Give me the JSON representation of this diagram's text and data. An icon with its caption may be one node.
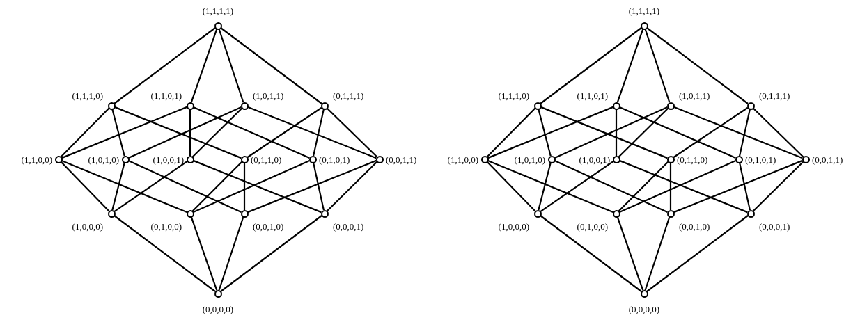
{
  "diagram": {
    "nodes": [
      {
        "text": [],
        "shape": "circle",
        "beside": [
          "(1,1,1,1)"
        ]
      },
      {
        "text": [],
        "shape": "circle",
        "beside": [
          "(1,1,1,0)"
        ]
      },
      {
        "text": [],
        "shape": "circle",
        "beside": [
          "(1,1,0,1)"
        ]
      },
      {
        "text": [],
        "shape": "circle",
        "beside": [
          "(1,0,1,1)"
        ]
      },
      {
        "text": [],
        "shape": "circle",
        "beside": [
          "(0,1,1,1)"
        ]
      },
      {
        "text": [],
        "shape": "circle",
        "beside": [
          "(1,1,0,0)"
        ]
      },
      {
        "text": [],
        "shape": "circle",
        "beside": [
          "(1,0,1,0)"
        ]
      },
      {
        "text": [],
        "shape": "circle",
        "beside": [
          "(1,0,0,1)"
        ]
      },
      {
        "text": [],
        "shape": "circle",
        "beside": [
          "(0,1,1,0)"
        ]
      },
      {
        "text": [],
        "shape": "circle",
        "beside": [
          "(0,1,0,1)"
        ]
      },
      {
        "text": [],
        "shape": "circle",
        "beside": [
          "(0,0,1,1)"
        ]
      },
      {
        "text": [],
        "shape": "circle",
        "beside": [
          "(1,0,0,0)"
        ]
      },
      {
        "text": [],
        "shape": "circle",
        "beside": [
          "(0,1,0,0)"
        ]
      },
      {
        "text": [],
        "shape": "circle",
        "beside": [
          "(0,0,1,0)"
        ]
      },
      {
        "text": [],
        "shape": "circle",
        "beside": [
          "(0,0,0,1)"
        ]
      },
      {
        "text": [],
        "shape": "circle",
        "beside": [
          "(0,0,0,0)"
        ]
      },
      {
        "text": [],
        "shape": "circle",
        "beside": [
          "(1,1,1,1)"
        ]
      },
      {
        "text": [],
        "shape": "circle",
        "beside": [
          "(1,1,1,0)"
        ]
      },
      {
        "text": [],
        "shape": "circle",
        "beside": [
          "(1,1,0,1)"
        ]
      },
      {
        "text": [],
        "shape": "circle",
        "beside": [
          "(1,0,1,1)"
        ]
      },
      {
        "text": [],
        "shape": "circle",
        "beside": [
          "(0,1,1,1)"
        ]
      },
      {
        "text": [],
        "shape": "circle",
        "beside": [
          "(1,1,0,0)"
        ]
      },
      {
        "text": [],
        "shape": "circle",
        "beside": [
          "(1,0,1,0)"
        ]
      },
      {
        "text": [],
        "shape": "circle",
        "beside": [
          "(1,0,0,1)"
        ]
      },
      {
        "text": [],
        "shape": "circle",
        "beside": [
          "(0,1,1,0)"
        ]
      },
      {
        "text": [],
        "shape": "circle",
        "beside": [
          "(0,1,0,1)"
        ]
      },
      {
        "text": [],
        "shape": "circle",
        "beside": [
          "(0,0,1,1)"
        ]
      },
      {
        "text": [],
        "shape": "circle",
        "beside": [
          "(1,0,0,0)"
        ]
      },
      {
        "text": [],
        "shape": "circle",
        "beside": [
          "(0,1,0,0)"
        ]
      },
      {
        "text": [],
        "shape": "circle",
        "beside": [
          "(0,0,1,0)"
        ]
      },
      {
        "text": [],
        "shape": "circle",
        "beside": [
          "(0,0,0,1)"
        ]
      },
      {
        "text": [],
        "shape": "circle",
        "beside": [
          "(0,0,0,0)"
        ]
      }
    ],
    "edges": [
      {
        "from": 0,
        "to": 1,
        "arrow": "none"
      },
      {
        "from": 0,
        "to": 2,
        "arrow": "none"
      },
      {
        "from": 0,
        "to": 3,
        "arrow": "none"
      },
      {
        "from": 0,
        "to": 4,
        "arrow": "none"
      },
      {
        "from": 1,
        "to": 5,
        "arrow": "none"
      },
      {
        "from": 1,
        "to": 6,
        "arrow": "none"
      },
      {
        "from": 1,
        "to": 8,
        "arrow": "none"
      },
      {
        "from": 2,
        "to": 5,
        "arrow": "none"
      },
      {
        "from": 2,
        "to": 7,
        "arrow": "none"
      },
      {
        "from": 2,
        "to": 9,
        "arrow": "none"
      },
      {
        "from": 3,
        "to": 6,
        "arrow": "none"
      },
      {
        "from": 3,
        "to": 7,
        "arrow": "none"
      },
      {
        "from": 3,
        "to": 10,
        "arrow": "none"
      },
      {
        "from": 4,
        "to": 8,
        "arrow": "none"
      },
      {
        "from": 4,
        "to": 9,
        "arrow": "none"
      },
      {
        "from": 4,
        "to": 10,
        "arrow": "none"
      },
      {
        "from": 5,
        "to": 11,
        "arrow": "none"
      },
      {
        "from": 5,
        "to": 12,
        "arrow": "none"
      },
      {
        "from": 6,
        "to": 11,
        "arrow": "none"
      },
      {
        "from": 6,
        "to": 13,
        "arrow": "none"
      },
      {
        "from": 7,
        "to": 11,
        "arrow": "none"
      },
      {
        "from": 7,
        "to": 14,
        "arrow": "none"
      },
      {
        "from": 8,
        "to": 12,
        "arrow": "none"
      },
      {
        "from": 8,
        "to": 13,
        "arrow": "none"
      },
      {
        "from": 9,
        "to": 12,
        "arrow": "none"
      },
      {
        "from": 9,
        "to": 14,
        "arrow": "none"
      },
      {
        "from": 10,
        "to": 13,
        "arrow": "none"
      },
      {
        "from": 10,
        "to": 14,
        "arrow": "none"
      },
      {
        "from": 11,
        "to": 15,
        "arrow": "none"
      },
      {
        "from": 12,
        "to": 15,
        "arrow": "none"
      },
      {
        "from": 13,
        "to": 15,
        "arrow": "none"
      },
      {
        "from": 14,
        "to": 15,
        "arrow": "none"
      },
      {
        "from": 16,
        "to": 17,
        "arrow": "none"
      },
      {
        "from": 16,
        "to": 18,
        "arrow": "none"
      },
      {
        "from": 16,
        "to": 19,
        "arrow": "none"
      },
      {
        "from": 16,
        "to": 20,
        "arrow": "none"
      },
      {
        "from": 17,
        "to": 21,
        "arrow": "none"
      },
      {
        "from": 17,
        "to": 22,
        "arrow": "none"
      },
      {
        "from": 17,
        "to": 24,
        "arrow": "none"
      },
      {
        "from": 18,
        "to": 21,
        "arrow": "none"
      },
      {
        "from": 18,
        "to": 23,
        "arrow": "none"
      },
      {
        "from": 18,
        "to": 25,
        "arrow": "none"
      },
      {
        "from": 19,
        "to": 22,
        "arrow": "none"
      },
      {
        "from": 19,
        "to": 23,
        "arrow": "none"
      },
      {
        "from": 19,
        "to": 26,
        "arrow": "none"
      },
      {
        "from": 20,
        "to": 24,
        "arrow": "none"
      },
      {
        "from": 20,
        "to": 25,
        "arrow": "none"
      },
      {
        "from": 20,
        "to": 26,
        "arrow": "none"
      },
      {
        "from": 21,
        "to": 27,
        "arrow": "none"
      },
      {
        "from": 21,
        "to": 28,
        "arrow": "none"
      },
      {
        "from": 22,
        "to": 27,
        "arrow": "none"
      },
      {
        "from": 22,
        "to": 29,
        "arrow": "none"
      },
      {
        "from": 23,
        "to": 27,
        "arrow": "none"
      },
      {
        "from": 23,
        "to": 30,
        "arrow": "none"
      },
      {
        "from": 24,
        "to": 28,
        "arrow": "none"
      },
      {
        "from": 24,
        "to": 29,
        "arrow": "none"
      },
      {
        "from": 25,
        "to": 28,
        "arrow": "none"
      },
      {
        "from": 25,
        "to": 30,
        "arrow": "none"
      },
      {
        "from": 26,
        "to": 29,
        "arrow": "none"
      },
      {
        "from": 26,
        "to": 30,
        "arrow": "none"
      },
      {
        "from": 27,
        "to": 31,
        "arrow": "none"
      },
      {
        "from": 28,
        "to": 31,
        "arrow": "none"
      },
      {
        "from": 29,
        "to": 31,
        "arrow": "none"
      },
      {
        "from": 30,
        "to": 31,
        "arrow": "none"
      }
    ]
  }
}
